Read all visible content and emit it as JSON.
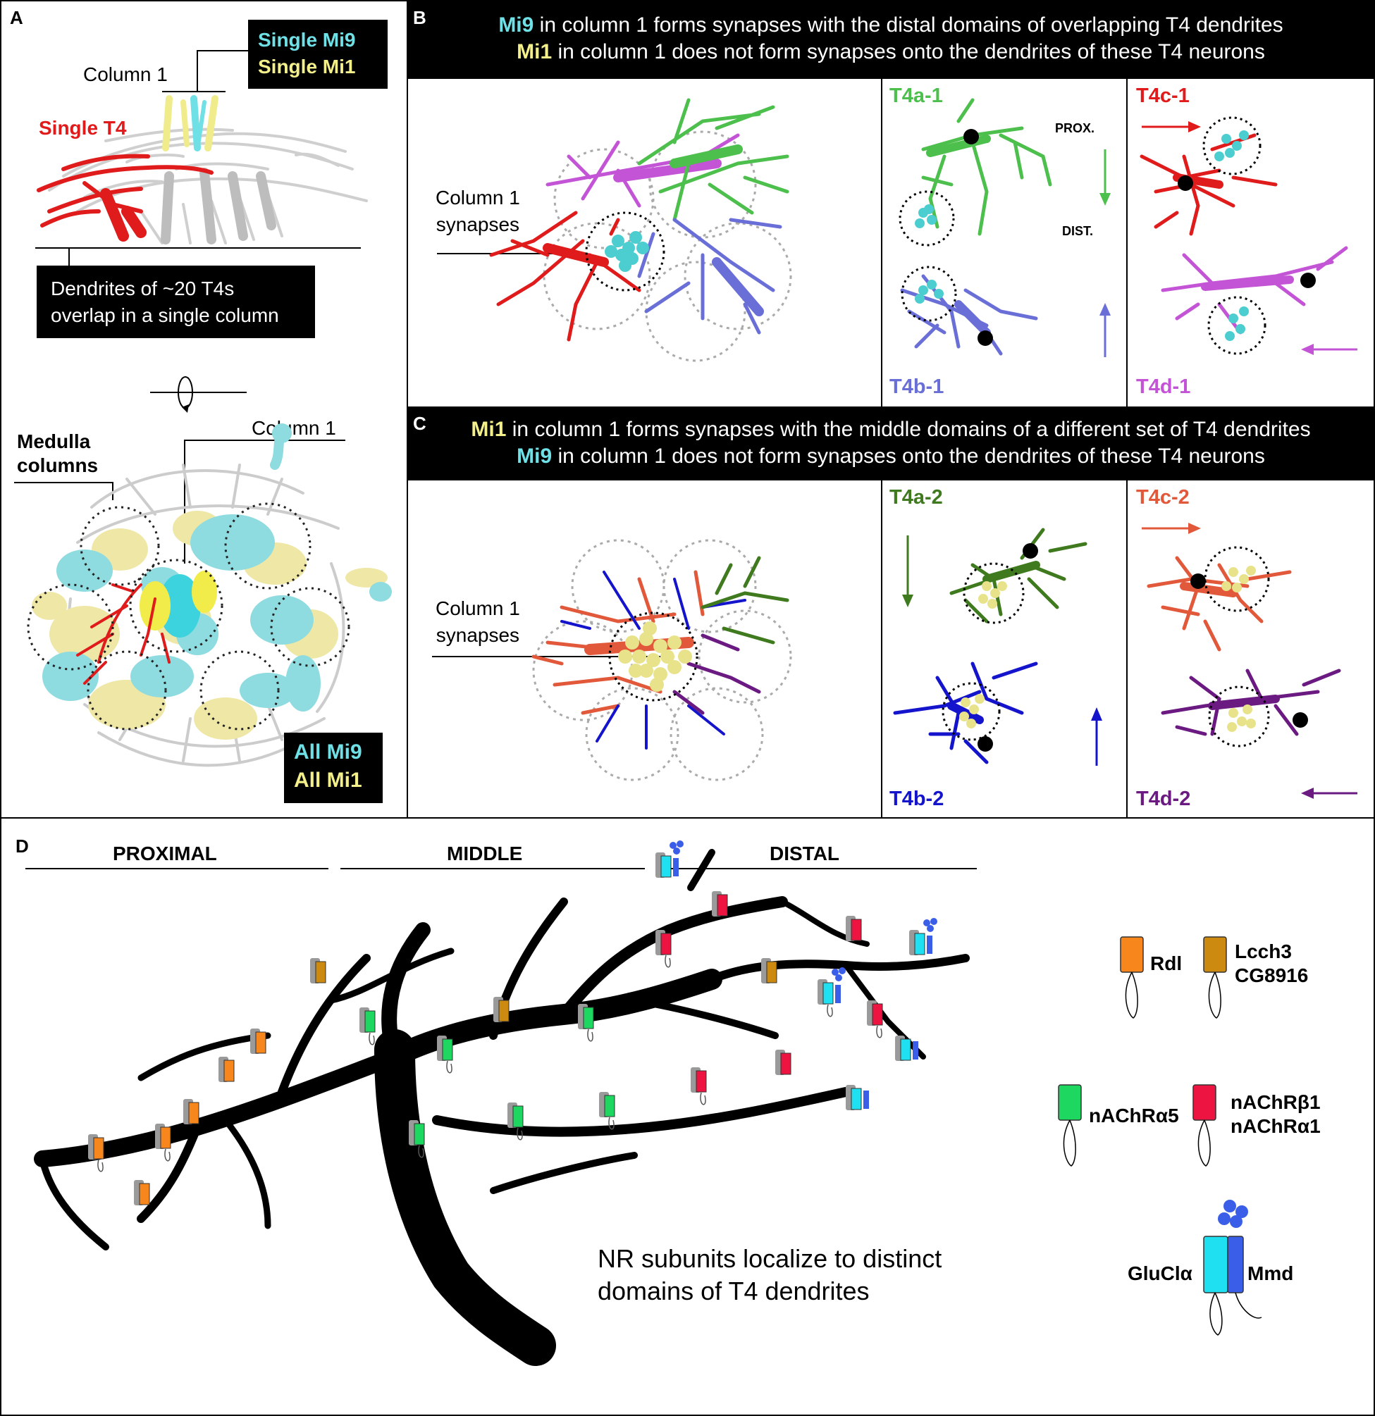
{
  "panels": {
    "a": {
      "letter": "A",
      "single_mi9": "Single Mi9",
      "single_mi1": "Single Mi1",
      "column1_top": "Column 1",
      "single_t4": "Single T4",
      "dendrites_line1": "Dendrites of ~20 T4s",
      "dendrites_line2": "overlap in a single column",
      "medulla_line1": "Medulla",
      "medulla_line2": "columns",
      "column1_bottom": "Column 1",
      "all_mi9": "All Mi9",
      "all_mi1": "All Mi1"
    },
    "b": {
      "letter": "B",
      "header_line1_cell": "Mi9",
      "header_line1_rest": " in column 1 forms synapses with the distal domains of overlapping T4 dendrites",
      "header_line2_cell": "Mi1",
      "header_line2_rest": " in column 1 does not form synapses onto the dendrites of these T4 neurons",
      "synapse_line1": "Column 1",
      "synapse_line2": "synapses",
      "t4a": "T4a-1",
      "t4b": "T4b-1",
      "t4c": "T4c-1",
      "t4d": "T4d-1",
      "prox": "PROX.",
      "dist": "DIST."
    },
    "c": {
      "letter": "C",
      "header_line1_cell": "Mi1",
      "header_line1_rest": " in column 1 forms synapses with the middle domains of a different set of T4 dendrites",
      "header_line2_cell": "Mi9",
      "header_line2_rest": " in column 1 does not form synapses onto the dendrites of these T4 neurons",
      "synapse_line1": "Column 1",
      "synapse_line2": "synapses",
      "t4a": "T4a-2",
      "t4b": "T4b-2",
      "t4c": "T4c-2",
      "t4d": "T4d-2"
    },
    "d": {
      "letter": "D",
      "proximal": "PROXIMAL",
      "middle": "MIDDLE",
      "distal": "DISTAL",
      "caption_line1": "NR subunits localize to distinct",
      "caption_line2": "domains of T4 dendrites",
      "legend": {
        "rdl": "Rdl",
        "lcch3": "Lcch3",
        "cg8916": "CG8916",
        "nachra5": "nAChRα5",
        "nachrb1": "nAChRβ1",
        "nachra1": "nAChRα1",
        "glucla": "GluClα",
        "mmd": "Mmd"
      }
    }
  },
  "colors": {
    "mi9_cyan": "#6fe0e6",
    "mi1_yellow": "#f0ec8c",
    "t4a1": "#4cbf4c",
    "t4b1": "#6a6fd8",
    "t4c1": "#e01b1b",
    "t4d1": "#c454d6",
    "t4a2": "#3f7a1e",
    "t4b2": "#1414cc",
    "t4c2": "#e2583a",
    "t4d2": "#6a1a80",
    "rdl": "#f7861c",
    "lcch3": "#cc8a10",
    "nachra5": "#1ed760",
    "nachrb1": "#ee1442",
    "glucla": "#1fe0f0",
    "mmd": "#3a5ee8"
  }
}
